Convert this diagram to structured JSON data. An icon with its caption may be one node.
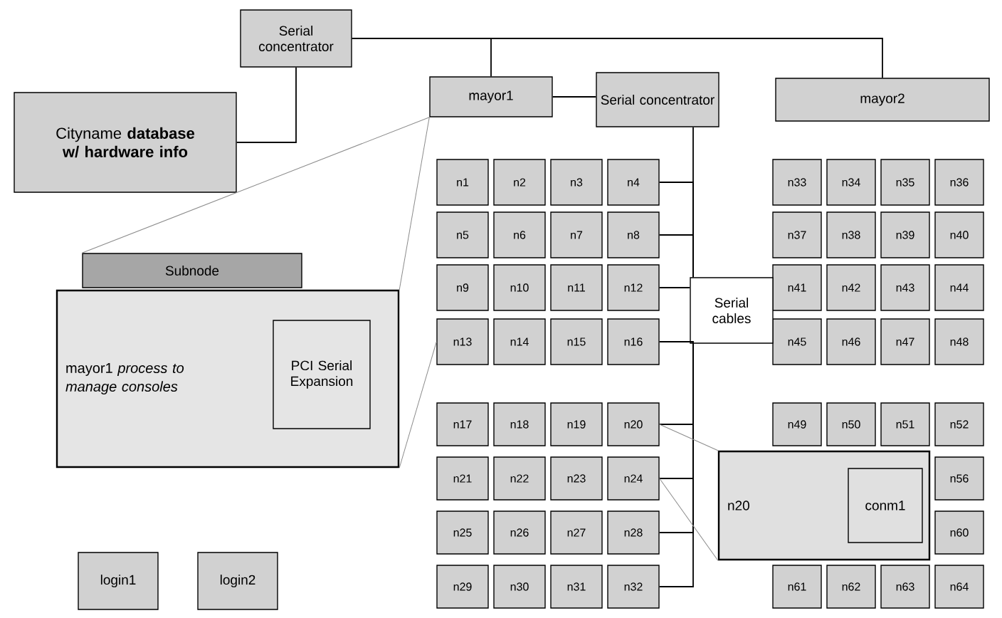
{
  "diagram": {
    "nodes": [
      {
        "text": [
          "Serial concentrator"
        ]
      },
      {
        "text": [
          "Cityname **database w/ hardware info**"
        ]
      },
      {
        "text": [
          "mayor1"
        ]
      },
      {
        "text": [
          "Serial concentrator"
        ]
      },
      {
        "text": [
          "mayor2"
        ]
      },
      {
        "text": [
          "n1"
        ]
      },
      {
        "text": [
          "n2"
        ]
      },
      {
        "text": [
          "n3"
        ]
      },
      {
        "text": [
          "n4"
        ]
      },
      {
        "text": [
          "n5"
        ]
      },
      {
        "text": [
          "n6"
        ]
      },
      {
        "text": [
          "n7"
        ]
      },
      {
        "text": [
          "n8"
        ]
      },
      {
        "text": [
          "n9"
        ]
      },
      {
        "text": [
          "n10"
        ]
      },
      {
        "text": [
          "n11"
        ]
      },
      {
        "text": [
          "n12"
        ]
      },
      {
        "text": [
          "n13"
        ]
      },
      {
        "text": [
          "n14"
        ]
      },
      {
        "text": [
          "n15"
        ]
      },
      {
        "text": [
          "n16"
        ]
      },
      {
        "text": [
          "n17"
        ]
      },
      {
        "text": [
          "n18"
        ]
      },
      {
        "text": [
          "n19"
        ]
      },
      {
        "text": [
          "n20"
        ]
      },
      {
        "text": [
          "n21"
        ]
      },
      {
        "text": [
          "n22"
        ]
      },
      {
        "text": [
          "n23"
        ]
      },
      {
        "text": [
          "n24"
        ]
      },
      {
        "text": [
          "n25"
        ]
      },
      {
        "text": [
          "n26"
        ]
      },
      {
        "text": [
          "n27"
        ]
      },
      {
        "text": [
          "n28"
        ]
      },
      {
        "text": [
          "n29"
        ]
      },
      {
        "text": [
          "n30"
        ]
      },
      {
        "text": [
          "n31"
        ]
      },
      {
        "text": [
          "n32"
        ]
      },
      {
        "text": [
          "n33"
        ]
      },
      {
        "text": [
          "n34"
        ]
      },
      {
        "text": [
          "n35"
        ]
      },
      {
        "text": [
          "n36"
        ]
      },
      {
        "text": [
          "n37"
        ]
      },
      {
        "text": [
          "n38"
        ]
      },
      {
        "text": [
          "n39"
        ]
      },
      {
        "text": [
          "n40"
        ]
      },
      {
        "text": [
          "n41"
        ]
      },
      {
        "text": [
          "n42"
        ]
      },
      {
        "text": [
          "n43"
        ]
      },
      {
        "text": [
          "n44"
        ]
      },
      {
        "text": [
          "n45"
        ]
      },
      {
        "text": [
          "n46"
        ]
      },
      {
        "text": [
          "n47"
        ]
      },
      {
        "text": [
          "n48"
        ]
      },
      {
        "text": [
          "n49"
        ]
      },
      {
        "text": [
          "n50"
        ]
      },
      {
        "text": [
          "n51"
        ]
      },
      {
        "text": [
          "n52"
        ]
      },
      {
        "text": [
          "n56"
        ]
      },
      {
        "text": [
          "n60"
        ]
      },
      {
        "text": [
          "n61"
        ]
      },
      {
        "text": [
          "n62"
        ]
      },
      {
        "text": [
          "n63"
        ]
      },
      {
        "text": [
          "n64"
        ]
      },
      {
        "text": [
          "Serial cables"
        ]
      },
      {
        "text": [
          "Subnode"
        ]
      },
      {
        "text": [
          "mayor1 *process to manage consoles*"
        ]
      },
      {
        "text": [
          "PCI Serial Expansion"
        ],
        "in": 65
      },
      {
        "text": [
          "login1"
        ]
      },
      {
        "text": [
          "login2"
        ]
      },
      {
        "text": [
          "n20"
        ]
      },
      {
        "text": [
          "conm1"
        ],
        "in": 69
      }
    ],
    "edges": [
      {
        "from": 0,
        "to": 1,
        "arrow": "none"
      },
      {
        "from": 0,
        "to": 2,
        "arrow": "none"
      },
      {
        "from": 0,
        "to": 4,
        "arrow": "none"
      },
      {
        "from": 2,
        "to": 3,
        "arrow": "none"
      },
      {
        "from": 3,
        "to": 63,
        "arrow": "none"
      },
      {
        "from": 63,
        "to": 8,
        "arrow": "none"
      },
      {
        "from": 63,
        "to": 12,
        "arrow": "none"
      },
      {
        "from": 63,
        "to": 16,
        "arrow": "none"
      },
      {
        "from": 63,
        "to": 20,
        "arrow": "none"
      },
      {
        "from": 63,
        "to": 24,
        "arrow": "none"
      },
      {
        "from": 63,
        "to": 28,
        "arrow": "none"
      },
      {
        "from": 63,
        "to": 32,
        "arrow": "none"
      },
      {
        "from": 63,
        "to": 36,
        "arrow": "none"
      },
      {
        "from": 2,
        "to": 64,
        "arrow": "none",
        "color": "#8c8c8c"
      },
      {
        "from": 2,
        "to": 65,
        "arrow": "none",
        "color": "#8c8c8c"
      },
      {
        "from": 17,
        "to": 65,
        "arrow": "none",
        "color": "#8c8c8c"
      },
      {
        "from": 24,
        "to": 69,
        "arrow": "none",
        "color": "#8c8c8c"
      },
      {
        "from": 28,
        "to": 69,
        "arrow": "none",
        "color": "#8c8c8c"
      }
    ]
  }
}
